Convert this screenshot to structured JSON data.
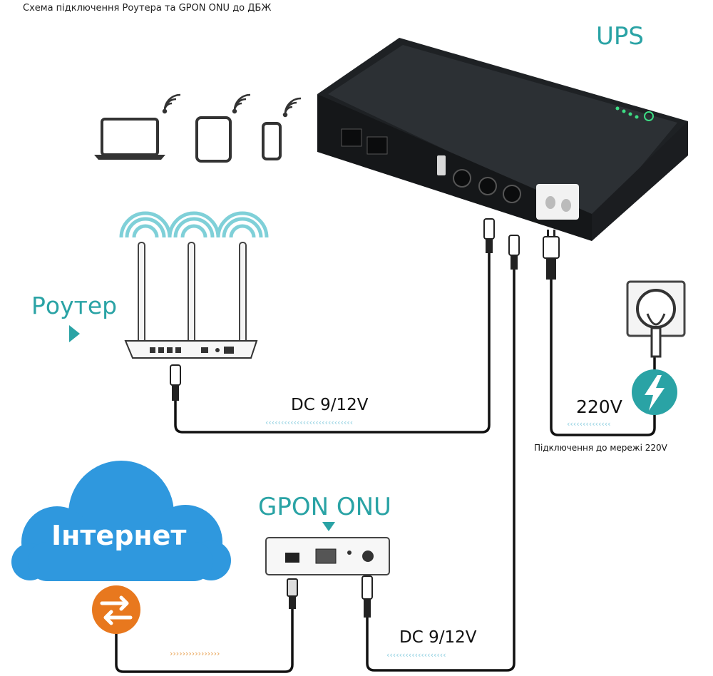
{
  "header": {
    "caption": "Схема підключення Роутера та GPON ONU до ДБЖ"
  },
  "labels": {
    "ups": "UPS",
    "router": "Роутер",
    "dc_top": "DC 9/12V",
    "voltage": "220V",
    "mains_caption": "Підключення до мережі 220V",
    "internet": "Інтернет",
    "gpon": "GPON ONU",
    "dc_bottom": "DC 9/12V"
  },
  "colors": {
    "teal": "#2aa3a5",
    "wifi": "#7fd0d8",
    "orange": "#e8781e",
    "cloud": "#2f98de",
    "ups_body": "#26292c",
    "cable": "#111111",
    "dash": "#8ecfe0"
  }
}
